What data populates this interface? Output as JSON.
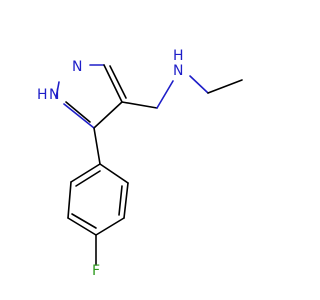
{
  "molecule": {
    "atoms": {
      "ring_n": "N",
      "ring_nh": "N",
      "ring_nh_h": "H",
      "amine_n": "N",
      "amine_h": "H",
      "fluorine": "F"
    }
  },
  "colors": {
    "bond": "#000000",
    "nitrogen": "#1e1ec8",
    "fluorine": "#2e9a1e",
    "background": "#ffffff"
  }
}
